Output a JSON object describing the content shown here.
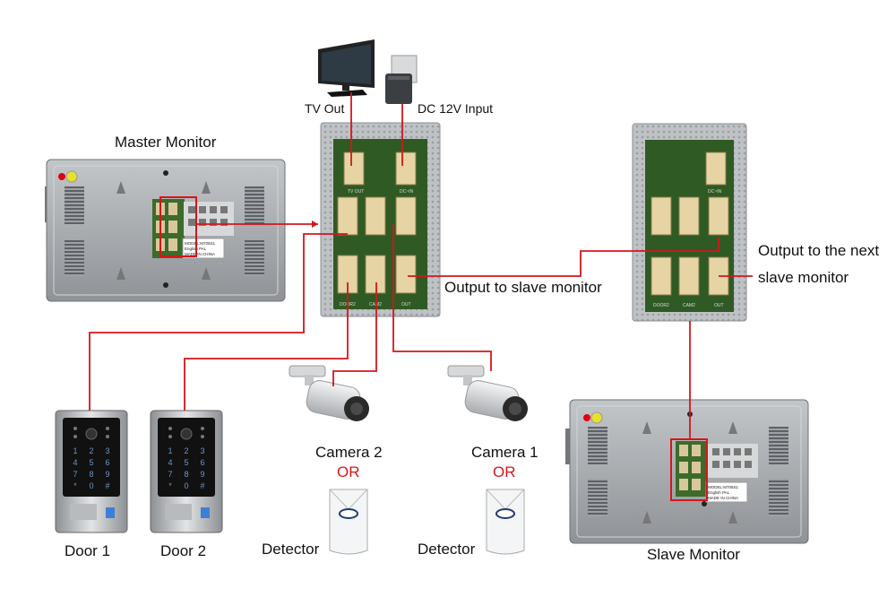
{
  "labels": {
    "tv_out": "TV Out",
    "dc_input": "DC 12V Input",
    "master_monitor": "Master Monitor",
    "slave_monitor": "Slave Monitor",
    "output_to_slave": "Output to slave monitor",
    "output_next": "Output to the next slave monitor",
    "camera2": "Camera 2",
    "camera1": "Camera 1",
    "or_1": "OR",
    "or_2": "OR",
    "detector_1": "Detector",
    "detector_2": "Detector",
    "door1": "Door 1",
    "door2": "Door 2"
  },
  "monitor_sticker": [
    "MODEL:M706S1",
    "English PAL",
    "MADE IN CHINA"
  ],
  "door_keypad": [
    "1",
    "2",
    "3",
    "4",
    "5",
    "6",
    "7",
    "8",
    "9",
    "*",
    "0",
    "#"
  ],
  "board_labels": {
    "tv_out": "TV OUT",
    "dc_in": "DC~IN",
    "door2": "DOOR2",
    "cam2": "CAM2",
    "out": "OUT"
  },
  "colors": {
    "wire": "#d6151b",
    "board": "#b9bcbf",
    "pcb": "#2f5a24",
    "monitor_back": "#a9acb0"
  }
}
